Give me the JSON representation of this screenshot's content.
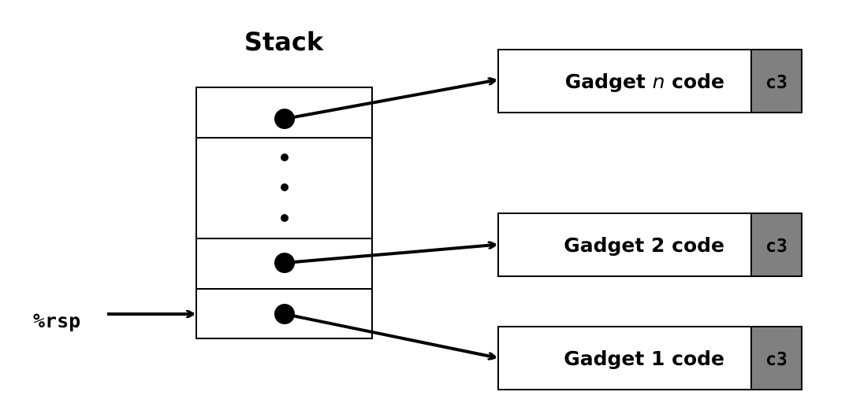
{
  "stack": {
    "title": "Stack"
  },
  "register": {
    "label": "%rsp"
  },
  "gadgets": [
    {
      "prefix": "Gadget ",
      "italic": "n",
      "suffix": " code",
      "ret_byte": "c3"
    },
    {
      "prefix": "Gadget 2 code",
      "italic": "",
      "suffix": "",
      "ret_byte": "c3"
    },
    {
      "prefix": "Gadget 1 code",
      "italic": "",
      "suffix": "",
      "ret_byte": "c3"
    }
  ],
  "colors": {
    "ret_byte_fill": "#808080",
    "stroke": "#000000",
    "background": "#ffffff"
  }
}
